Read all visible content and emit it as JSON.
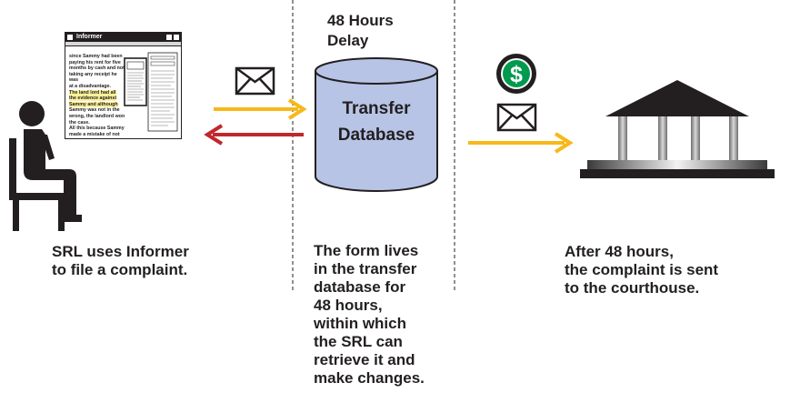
{
  "delay_label": "48 Hours\nDelay",
  "database_label": "Transfer\nDatabase",
  "informer_window": {
    "title": "Informer",
    "body_text_before_highlight": "since Sammy had been\npaying his rent for five\nmonths by cash and not\ntaking any receipt he was\nat a disadvantage.\n",
    "body_text_highlight": "The land lord had all\nthe evidence against\nSammy and although",
    "body_text_after_highlight": "\nSammy was not in the\nwrong, the landlord won\nthe case.\nAll this because Sammy\nmade a mistake of not"
  },
  "captions": {
    "left": "SRL uses Informer\nto file a complaint.",
    "middle": "The form lives\nin the transfer\ndatabase for\n48 hours,\nwithin which\nthe SRL can\nretrieve it and\nmake changes.",
    "right": "After 48 hours,\nthe complaint is sent\nto the courthouse."
  },
  "icons": {
    "person": "seated-person-icon",
    "window": "informer-window-icon",
    "envelope": "envelope-icon",
    "dollar": "dollar-coin-icon",
    "courthouse": "courthouse-icon"
  },
  "colors": {
    "forward_arrow": "#f7b81a",
    "back_arrow": "#c1272d",
    "database_fill": "#b7c4e6",
    "dollar_green": "#009a4e",
    "dashed_line": "#231f20"
  }
}
